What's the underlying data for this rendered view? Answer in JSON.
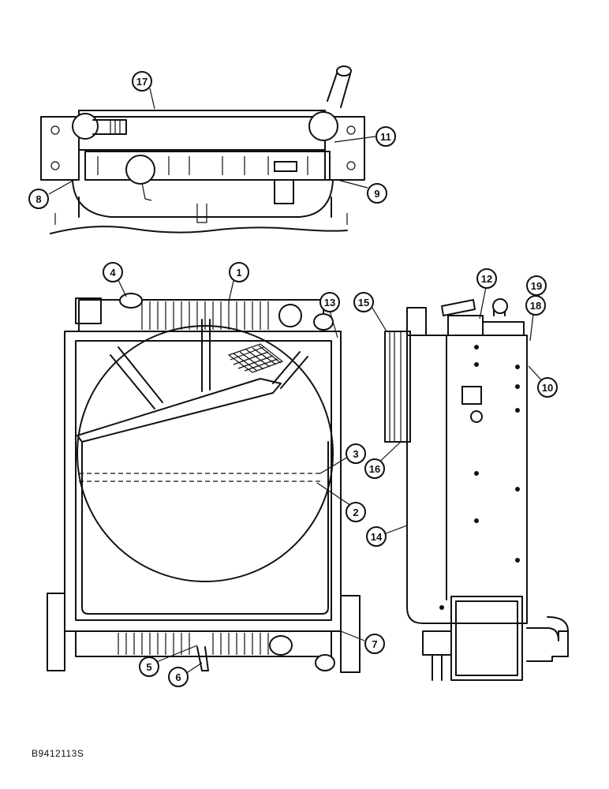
{
  "figure_code": "B9412113S",
  "callouts": [
    "1",
    "2",
    "3",
    "4",
    "5",
    "6",
    "7",
    "8",
    "9",
    "10",
    "11",
    "12",
    "13",
    "14",
    "15",
    "16",
    "17",
    "18",
    "19"
  ]
}
